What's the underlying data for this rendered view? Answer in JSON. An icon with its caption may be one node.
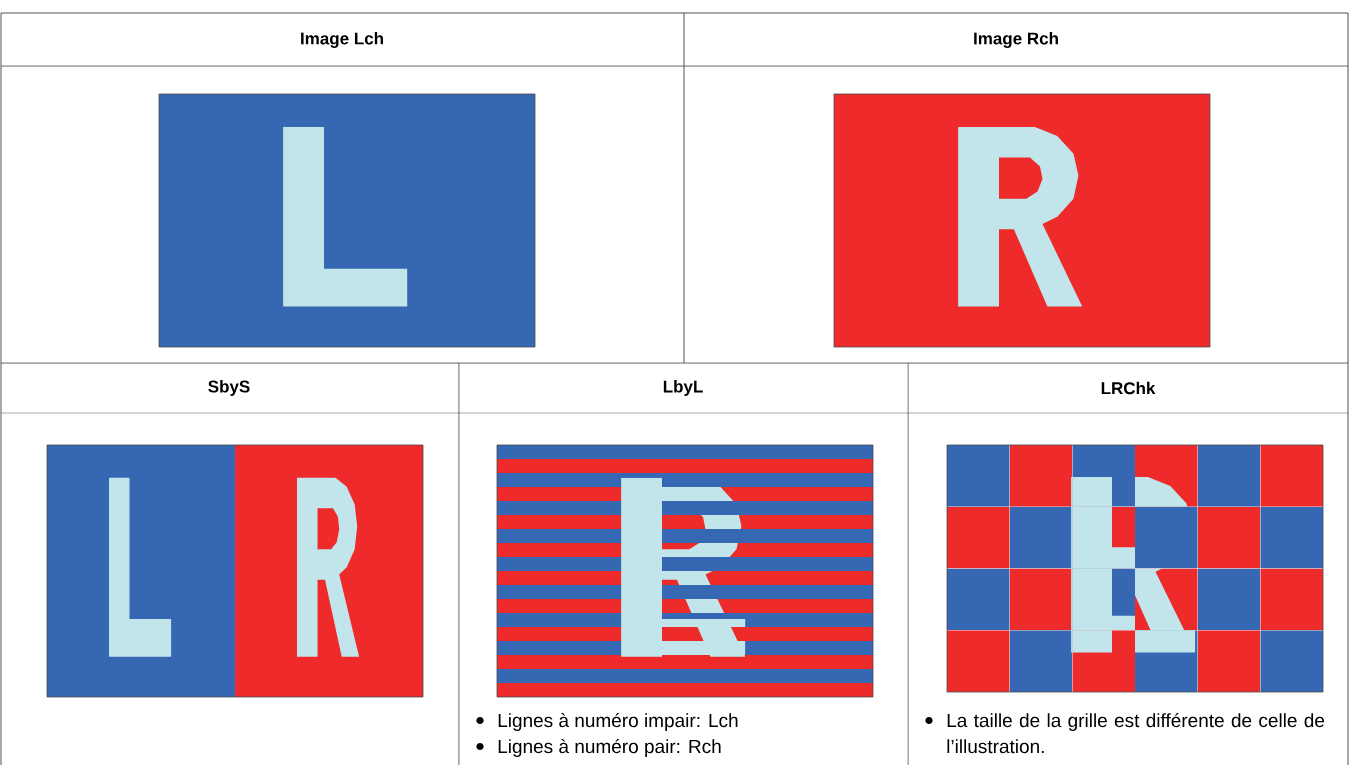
{
  "diagram": {
    "labels": [
      "Image Lch",
      "Image Rch",
      "SbyS",
      "LbyL",
      "LRChk",
      "Lignes à numéro impair: Lch",
      "Lignes à numéro pair: Rch",
      "La taille de la grille est différente de celle de l’illustration."
    ]
  }
}
